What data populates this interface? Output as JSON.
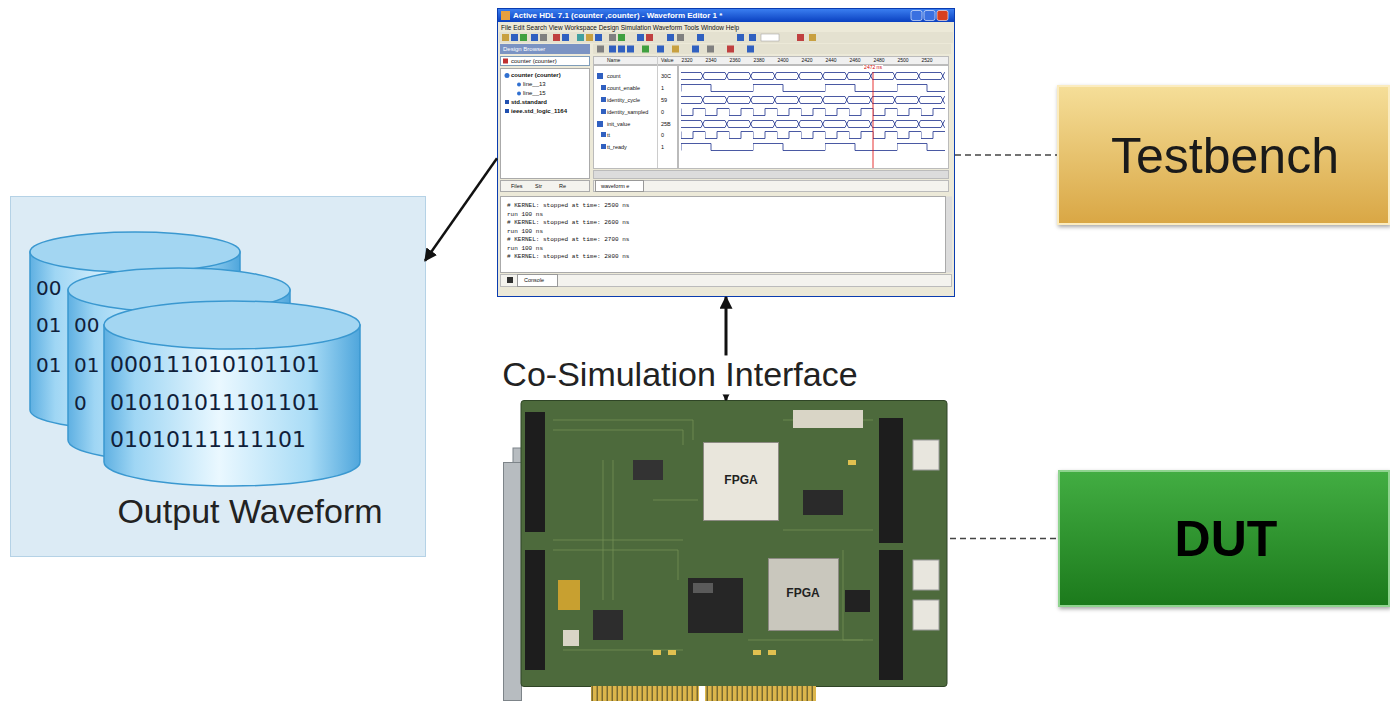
{
  "diagram": {
    "nodes": [
      {
        "text": [
          "Active HDL 7.1 (counter ,counter) - Waveform Editor 1 *",
          "File Edit Search View Workspace Design Simulation Waveform Tools Window Help",
          "Design Browser",
          "counter (counter)",
          "counter (counter)",
          "line__13",
          "line__15",
          "std.standard",
          "ieee.std_logic_1164",
          "Files",
          "Str",
          "Re",
          "Name",
          "Value",
          "count",
          "count_enable",
          "identity_cycle",
          "identity_sampled",
          "init_value",
          "tt",
          "tt_ready",
          "30C",
          "1",
          "59",
          "0",
          "25B",
          "0",
          "1",
          "2320",
          "2340",
          "2360",
          "2380",
          "2400",
          "2420",
          "2440",
          "2460",
          "2480",
          "2500",
          "2520",
          "2472 ns",
          "waveform e",
          "# KERNEL: stopped at time: 2500 ns",
          "run 100 ns",
          "# KERNEL: stopped at time: 2600 ns",
          "run 100 ns",
          "# KERNEL: stopped at time: 2700 ns",
          "run 100 ns",
          "# KERNEL: stopped at time: 2800 ns",
          "Console"
        ]
      },
      {
        "text": [
          "Testbench"
        ]
      },
      {
        "text": [
          "Output Waveform"
        ]
      },
      {
        "text": [
          "FPGA",
          "FPGA"
        ]
      },
      {
        "text": [
          "DUT"
        ]
      }
    ],
    "edges": [
      {
        "from": 0,
        "to": 2,
        "arrow": "to"
      },
      {
        "from": 0,
        "to": 3,
        "arrow": "both",
        "label": "Co-Simulation Interface"
      },
      {
        "from": 0,
        "to": 1,
        "arrow": "none"
      },
      {
        "from": 3,
        "to": 4,
        "arrow": "none"
      }
    ],
    "labels": [
      "00",
      "01",
      "00",
      "01",
      "01",
      "000111010101101",
      "0",
      "010101011101101",
      "01010111111101"
    ]
  }
}
